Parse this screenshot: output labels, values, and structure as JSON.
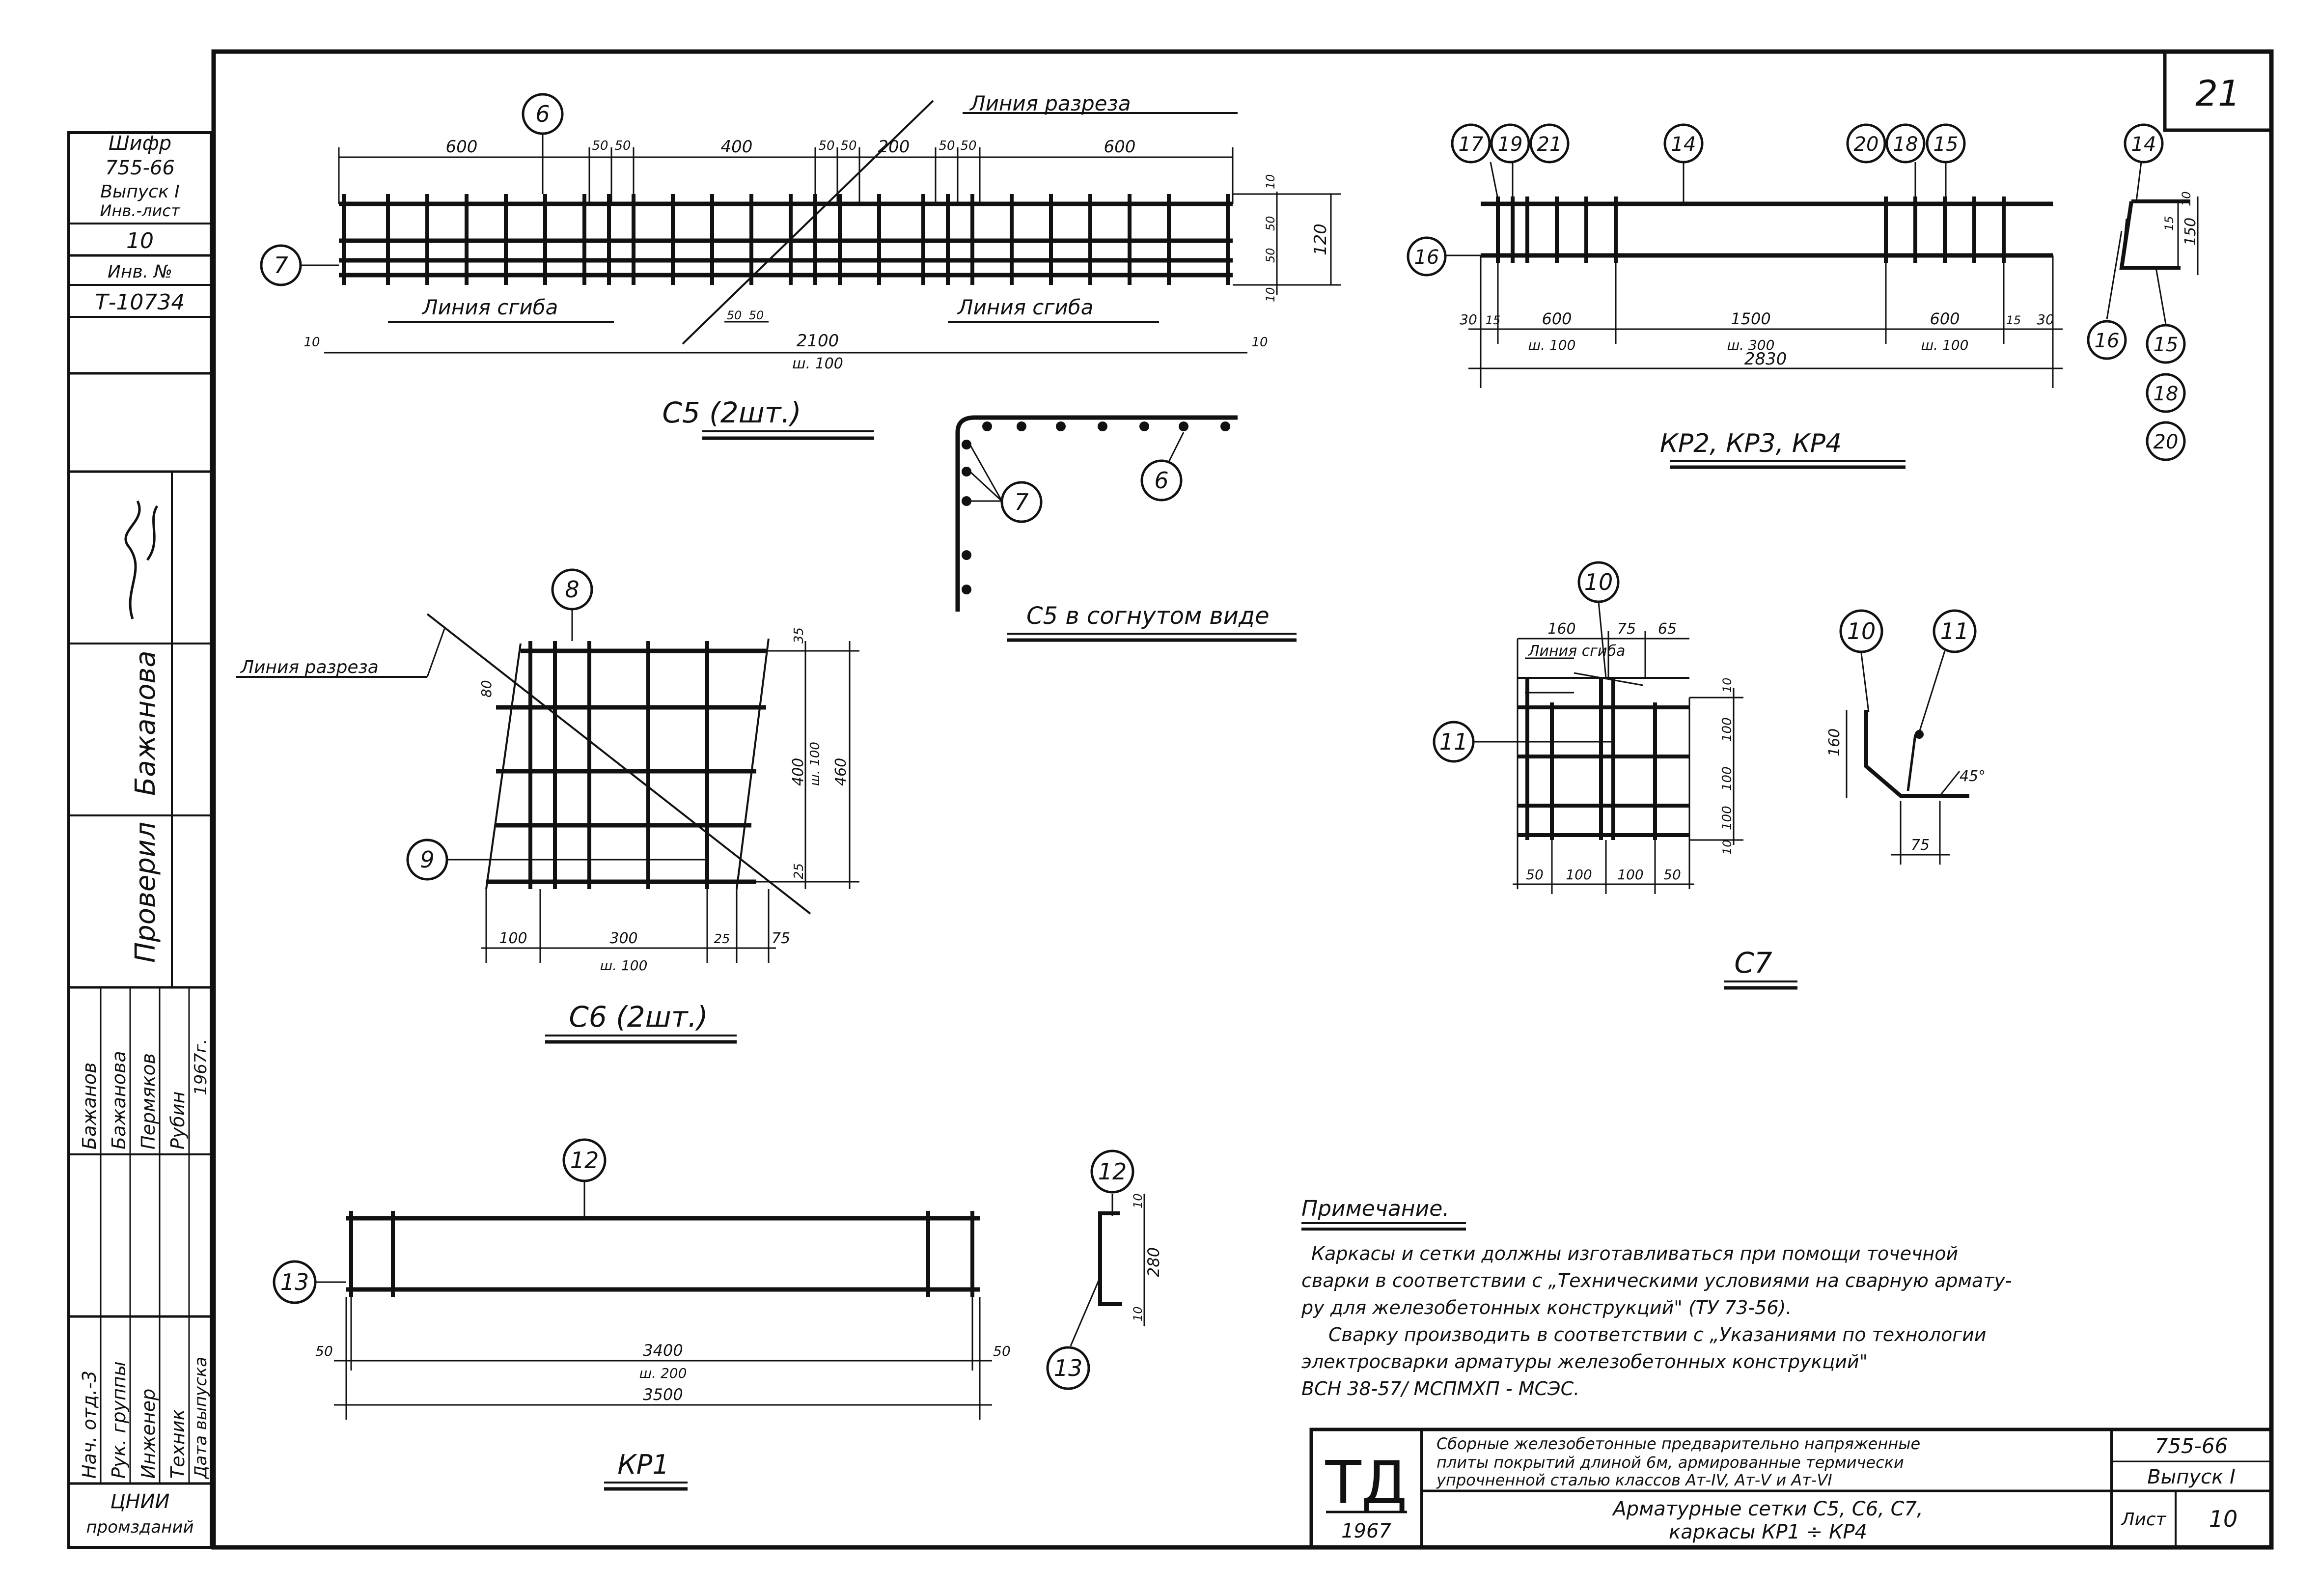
{
  "sheet_number": "21",
  "side_stamp": {
    "rows": [
      "Шифр",
      "755-66",
      "Выпуск I",
      "Инв.-лист",
      "10",
      "Инв. №",
      "Т-10734"
    ],
    "roles": [
      "Проверил",
      "Бажанова"
    ],
    "staff_names": [
      "Бажанов",
      "Бажанова",
      "Пермяков",
      "Рубин",
      "1967г."
    ],
    "staff_roles": [
      "Нач. отд.-3",
      "Рук. группы",
      "Инженер",
      "Техник",
      "Дата выпуска"
    ],
    "org": [
      "ЦНИИ",
      "промзданий"
    ]
  },
  "c5": {
    "title": "С5 (2шт.)",
    "labels": {
      "section_line": "Линия разреза",
      "bend_line_left": "Линия сгиба",
      "bend_line_right": "Линия сгиба"
    },
    "dims_top": [
      "600",
      "50",
      "50",
      "400",
      "50",
      "50",
      "200",
      "50",
      "50",
      "600"
    ],
    "dims_right": [
      "10",
      "50",
      "50",
      "10",
      "120"
    ],
    "dims_bottom": [
      "10",
      "50",
      "50",
      "2100",
      "ш. 100",
      "10"
    ],
    "callouts": [
      "6",
      "7"
    ]
  },
  "c5_bent": {
    "title": "С5 в согнутом виде",
    "callouts": [
      "7",
      "6"
    ]
  },
  "kp": {
    "title": "КР2, КР3, КР4",
    "callouts_top": [
      "17",
      "19",
      "21",
      "14",
      "20",
      "18",
      "15"
    ],
    "callout_left": "16",
    "dims": [
      "30",
      "15",
      "600",
      "1500",
      "600",
      "15",
      "30"
    ],
    "dims_steps": [
      "ш. 100",
      "ш. 300",
      "ш. 100"
    ],
    "total": "2830",
    "section_callouts": [
      "14",
      "16",
      "15",
      "18",
      "20"
    ],
    "section_dims": [
      "15",
      "10",
      "150"
    ]
  },
  "c6": {
    "title": "С6 (2шт.)",
    "labels": {
      "section_line": "Линия разреза"
    },
    "callouts": [
      "8",
      "9"
    ],
    "dims_left": [
      "80"
    ],
    "dims_right": [
      "35",
      "400",
      "ш. 100",
      "460",
      "25"
    ],
    "dims_bottom": [
      "100",
      "300",
      "25",
      "75",
      "ш. 100"
    ]
  },
  "c7": {
    "title": "С7",
    "labels": {
      "bend_line": "Линия сгиба"
    },
    "callouts": [
      "10",
      "11"
    ],
    "dims_top": [
      "160",
      "75",
      "65"
    ],
    "dims_right": [
      "10",
      "100",
      "100",
      "100",
      "10"
    ],
    "dims_bottom": [
      "50",
      "100",
      "100",
      "50"
    ],
    "section_callouts": [
      "10",
      "11"
    ],
    "section_dims": [
      "160",
      "45°",
      "75"
    ]
  },
  "kp1": {
    "title": "КР1",
    "callouts": [
      "12",
      "13"
    ],
    "dims": [
      "50",
      "3400",
      "ш. 200",
      "3500",
      "50"
    ],
    "section_callouts": [
      "12",
      "13"
    ],
    "section_dims": [
      "10",
      "280",
      "10"
    ]
  },
  "note": {
    "heading": "Примечание.",
    "lines": [
      "Каркасы и сетки должны изготавливаться при помощи точечной",
      "сварки в соответствии с „Техническими условиями на сварную армату-",
      "ру для железобетонных конструкций\" (ТУ 73-56).",
      "Сварку производить в соответствии с „Указаниями по технологии",
      "электросварки арматуры железобетонных конструкций\"",
      "ВСН 38-57/ МСПМХП - МСЭС."
    ]
  },
  "title_block": {
    "logo": "ТД",
    "year": "1967",
    "description": [
      "Сборные железобетонные предварительно напряженные",
      "плиты покрытий длиной 6м, армированные термически",
      "упрочненной сталью классов Ат-IV, Ат-V и Ат-VI"
    ],
    "drawing_title": [
      "Арматурные сетки С5, С6, С7,",
      "каркасы КР1 ÷ КР4"
    ],
    "series": "755-66",
    "issue": "Выпуск I",
    "sheet_label": "Лист",
    "sheet": "10"
  }
}
